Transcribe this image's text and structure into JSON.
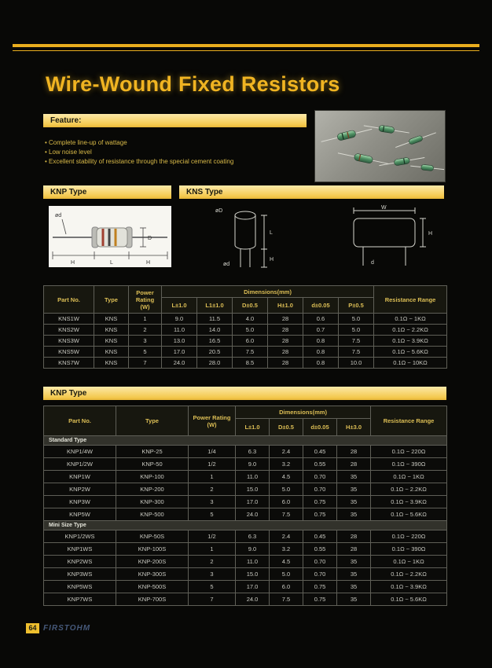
{
  "page": {
    "title": "Wire-Wound Fixed Resistors"
  },
  "feature": {
    "heading": "Feature:",
    "items": [
      "Complete line-up of wattage",
      "Low noise level",
      "Excellent stability of resistance through the special cement coating"
    ]
  },
  "sections": {
    "knp_header": "KNP Type",
    "kns_header": "KNS Type",
    "knp_table_header": "KNP Type"
  },
  "diagrams": {
    "knp": {
      "lead_dia": "ød",
      "body_dia": "D",
      "lead_len_left": "H",
      "body_len": "L",
      "lead_len_right": "H"
    },
    "kns_front": {
      "body_dia": "øD",
      "body_len": "L",
      "lead_len": "H",
      "lead_dia": "ød"
    },
    "kns_side": {
      "width": "W",
      "height": "H",
      "lead_dia": "d"
    }
  },
  "kns_table": {
    "headers": {
      "part_no": "Part No.",
      "type": "Type",
      "power": "Power Rating (W)",
      "dimensions": "Dimensions(mm)",
      "dim_cols": [
        "L±1.0",
        "L1±1.0",
        "D±0.5",
        "H±1.0",
        "d±0.05",
        "P±0.5"
      ],
      "resistance": "Resistance Range"
    },
    "rows": [
      [
        "KNS1W",
        "KNS",
        "1",
        "9.0",
        "11.5",
        "4.0",
        "28",
        "0.6",
        "5.0",
        "0.1Ω ~ 1KΩ"
      ],
      [
        "KNS2W",
        "KNS",
        "2",
        "11.0",
        "14.0",
        "5.0",
        "28",
        "0.7",
        "5.0",
        "0.1Ω ~ 2.2KΩ"
      ],
      [
        "KNS3W",
        "KNS",
        "3",
        "13.0",
        "16.5",
        "6.0",
        "28",
        "0.8",
        "7.5",
        "0.1Ω ~ 3.9KΩ"
      ],
      [
        "KNS5W",
        "KNS",
        "5",
        "17.0",
        "20.5",
        "7.5",
        "28",
        "0.8",
        "7.5",
        "0.1Ω ~ 5.6KΩ"
      ],
      [
        "KNS7W",
        "KNS",
        "7",
        "24.0",
        "28.0",
        "8.5",
        "28",
        "0.8",
        "10.0",
        "0.1Ω ~ 10KΩ"
      ]
    ]
  },
  "knp_table": {
    "headers": {
      "part_no": "Part No.",
      "type": "Type",
      "power": "Power Rating (W)",
      "dimensions": "Dimensions(mm)",
      "dim_cols": [
        "L±1.0",
        "D±0.5",
        "d±0.05",
        "H±3.0"
      ],
      "resistance": "Resistance Range"
    },
    "groups": [
      {
        "label": "Standard Type",
        "rows": [
          [
            "KNP1/4W",
            "KNP-25",
            "1/4",
            "6.3",
            "2.4",
            "0.45",
            "28",
            "0.1Ω ~ 220Ω"
          ],
          [
            "KNP1/2W",
            "KNP-50",
            "1/2",
            "9.0",
            "3.2",
            "0.55",
            "28",
            "0.1Ω ~ 390Ω"
          ],
          [
            "KNP1W",
            "KNP-100",
            "1",
            "11.0",
            "4.5",
            "0.70",
            "35",
            "0.1Ω ~ 1KΩ"
          ],
          [
            "KNP2W",
            "KNP-200",
            "2",
            "15.0",
            "5.0",
            "0.70",
            "35",
            "0.1Ω ~ 2.2KΩ"
          ],
          [
            "KNP3W",
            "KNP-300",
            "3",
            "17.0",
            "6.0",
            "0.75",
            "35",
            "0.1Ω ~ 3.9KΩ"
          ],
          [
            "KNP5W",
            "KNP-500",
            "5",
            "24.0",
            "7.5",
            "0.75",
            "35",
            "0.1Ω ~ 5.6KΩ"
          ]
        ]
      },
      {
        "label": "Mini Size Type",
        "rows": [
          [
            "KNP1/2WS",
            "KNP-50S",
            "1/2",
            "6.3",
            "2.4",
            "0.45",
            "28",
            "0.1Ω ~ 220Ω"
          ],
          [
            "KNP1WS",
            "KNP-100S",
            "1",
            "9.0",
            "3.2",
            "0.55",
            "28",
            "0.1Ω ~ 390Ω"
          ],
          [
            "KNP2WS",
            "KNP-200S",
            "2",
            "11.0",
            "4.5",
            "0.70",
            "35",
            "0.1Ω ~ 1KΩ"
          ],
          [
            "KNP3WS",
            "KNP-300S",
            "3",
            "15.0",
            "5.0",
            "0.70",
            "35",
            "0.1Ω ~ 2.2KΩ"
          ],
          [
            "KNP5WS",
            "KNP-500S",
            "5",
            "17.0",
            "6.0",
            "0.75",
            "35",
            "0.1Ω ~ 3.9KΩ"
          ],
          [
            "KNP7WS",
            "KNP-700S",
            "7",
            "24.0",
            "7.5",
            "0.75",
            "35",
            "0.1Ω ~ 5.6KΩ"
          ]
        ]
      }
    ]
  },
  "footer": {
    "page_number": "64",
    "brand": "FIRSTOHM"
  }
}
